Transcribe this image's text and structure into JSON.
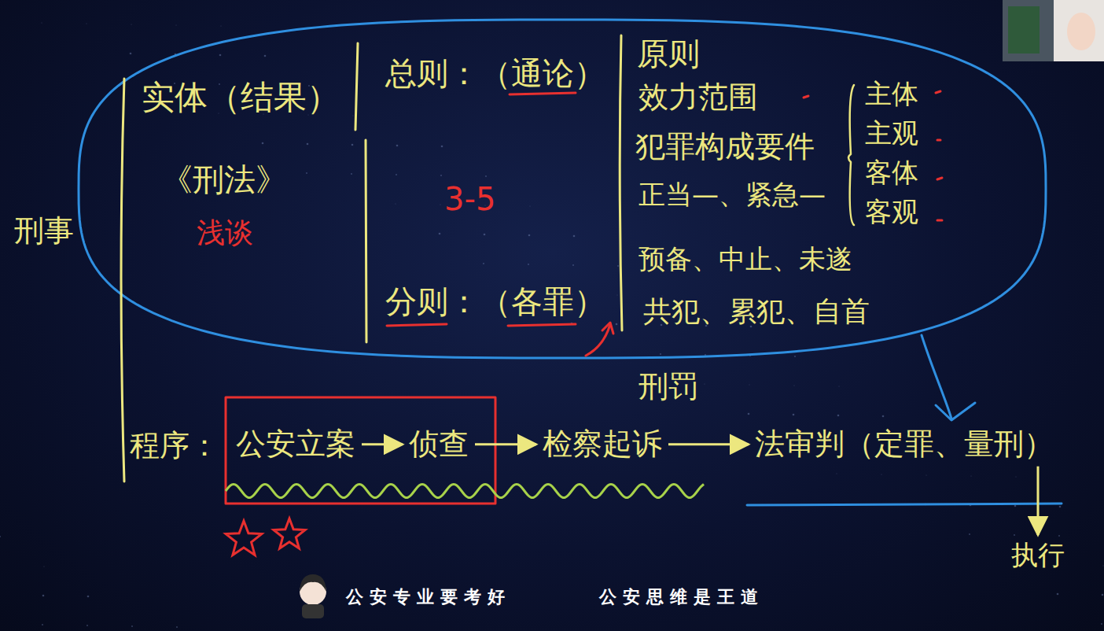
{
  "diagram": {
    "nodes": [
      {
        "text": [
          "公安立案"
        ]
      },
      {
        "text": [
          "侦查"
        ]
      },
      {
        "text": [
          "检察起诉"
        ]
      },
      {
        "text": [
          "法审判（定罪、量刑）"
        ]
      },
      {
        "text": [
          "执行"
        ]
      }
    ],
    "edges": [
      {
        "from": 0,
        "to": 1,
        "arrow": "to"
      },
      {
        "from": 1,
        "to": 2,
        "arrow": "to"
      },
      {
        "from": 2,
        "to": 3,
        "arrow": "to"
      },
      {
        "from": 3,
        "to": 4,
        "arrow": "to"
      }
    ],
    "labels": [
      "刑事",
      "实体（结果）",
      "《刑法》",
      "浅谈",
      "总则：（通论）",
      "3-5",
      "分则：（各罪）",
      "原则",
      "效力范围",
      "犯罪构成要件",
      "正当—、紧急—",
      "预备、中止、未遂",
      "共犯、累犯、自首",
      "刑罚",
      "主体",
      "主观",
      "客体",
      "客观",
      "程序：",
      "公安专业要考好",
      "公安思维是王道"
    ]
  }
}
